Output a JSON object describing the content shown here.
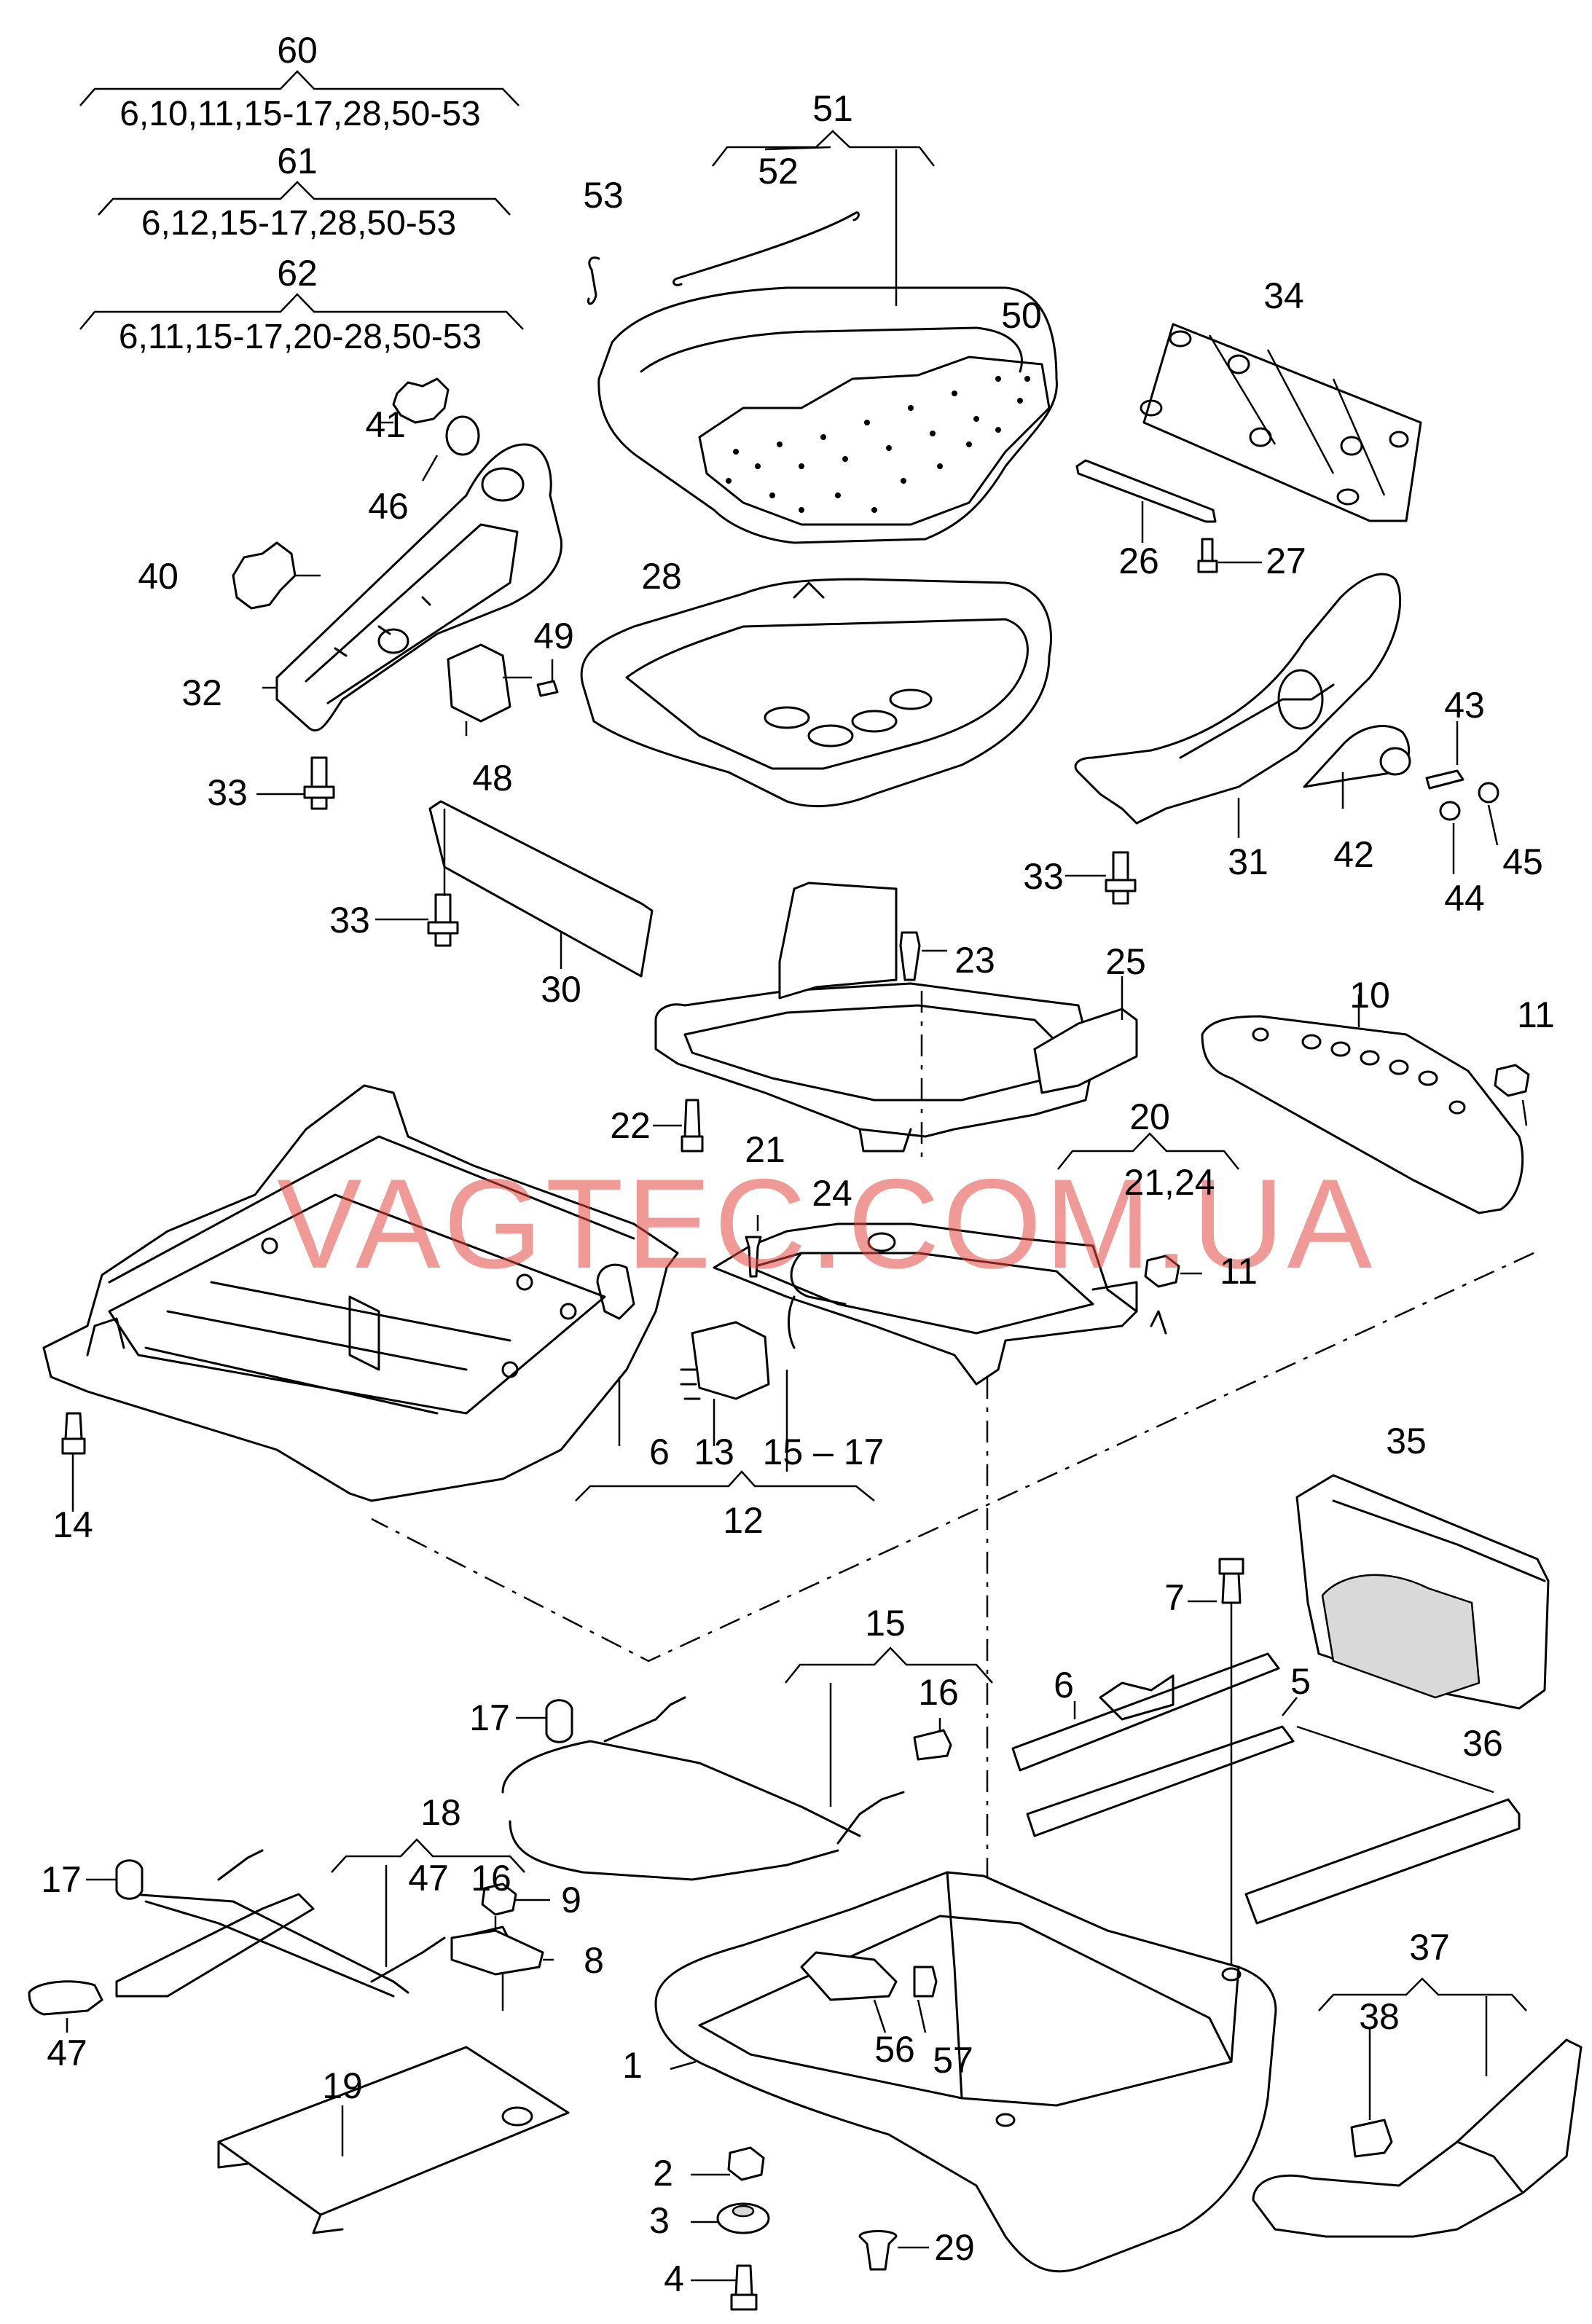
{
  "watermark": "VAGTEC.COM.UA",
  "labels": {
    "n1": "1",
    "n2": "2",
    "n3": "3",
    "n4": "4",
    "n5": "5",
    "n6a": "6",
    "n6b": "6",
    "n7": "7",
    "n8": "8",
    "n9": "9",
    "n10": "10",
    "n11a": "11",
    "n11b": "11",
    "n12": "12",
    "n13": "13",
    "n14": "14",
    "n15": "15",
    "n15_17": "15 – 17",
    "n16a": "16",
    "n16b": "16",
    "n17a": "17",
    "n17b": "17",
    "n18": "18",
    "n19": "19",
    "n20": "20",
    "n21": "21",
    "n21_24": "21,24",
    "n22": "22",
    "n23": "23",
    "n24": "24",
    "n25": "25",
    "n26": "26",
    "n27": "27",
    "n28": "28",
    "n29": "29",
    "n30": "30",
    "n31": "31",
    "n32": "32",
    "n33a": "33",
    "n33b": "33",
    "n33c": "33",
    "n34": "34",
    "n35": "35",
    "n36": "36",
    "n37": "37",
    "n38": "38",
    "n40": "40",
    "n41": "41",
    "n42": "42",
    "n43": "43",
    "n44": "44",
    "n45": "45",
    "n46": "46",
    "n47a": "47",
    "n47b": "47",
    "n48": "48",
    "n49": "49",
    "n50": "50",
    "n51": "51",
    "n52": "52",
    "n53": "53",
    "n56": "56",
    "n57": "57"
  },
  "groups": {
    "g60": {
      "title": "60",
      "sub": "6,10,11,15-17,28,50-53"
    },
    "g61": {
      "title": "61",
      "sub": "6,12,15-17,28,50-53"
    },
    "g62": {
      "title": "62",
      "sub": "6,11,15-17,20-28,50-53"
    }
  }
}
